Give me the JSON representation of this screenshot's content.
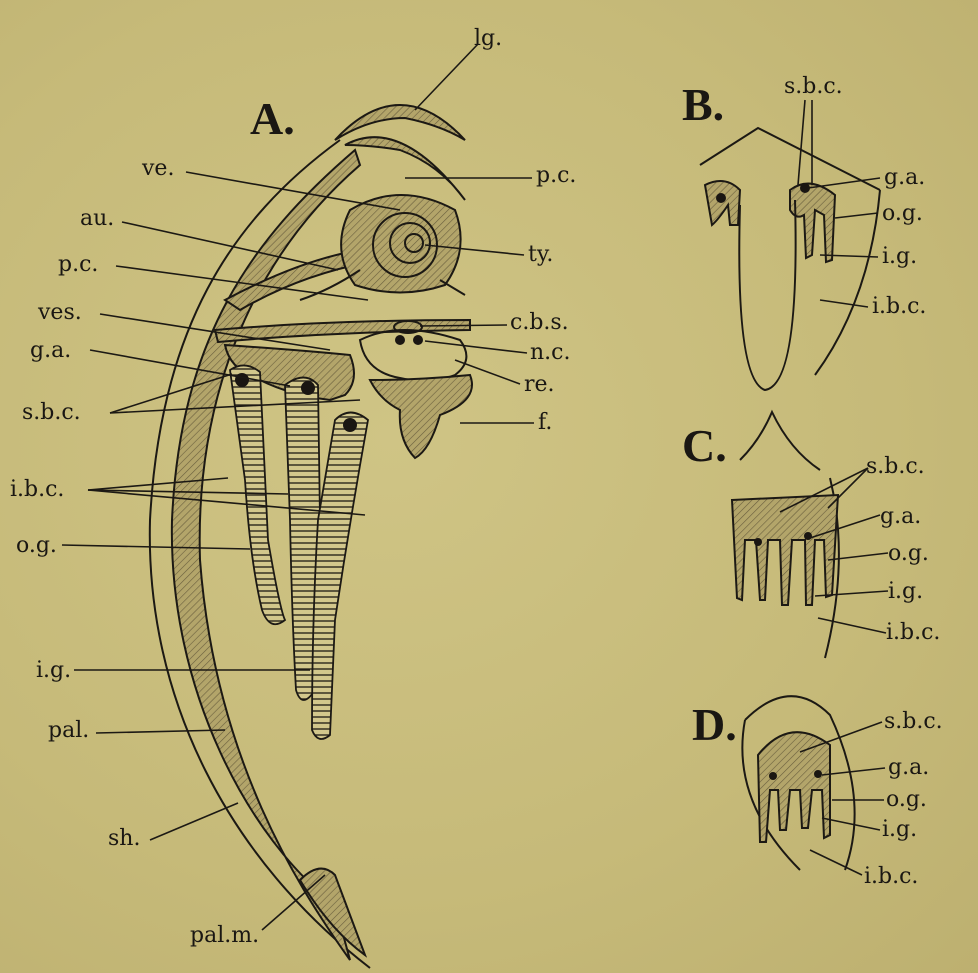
{
  "figures": {
    "A": {
      "title": "A.",
      "labels": {
        "lg": "lg.",
        "ve": "ve.",
        "pc_top": "p.c.",
        "au": "au.",
        "ty": "ty.",
        "pc_left": "p.c.",
        "ves": "ves.",
        "cbs": "c.b.s.",
        "nc": "n.c.",
        "ga": "g.a.",
        "re": "re.",
        "sbc": "s.b.c.",
        "f": "f.",
        "ibc": "i.b.c.",
        "og": "o.g.",
        "ig": "i.g.",
        "pal": "pal.",
        "sh": "sh.",
        "palm": "pal.m."
      }
    },
    "B": {
      "title": "B.",
      "labels": {
        "sbc": "s.b.c.",
        "ga": "g.a.",
        "og": "o.g.",
        "ig": "i.g.",
        "ibc": "i.b.c."
      }
    },
    "C": {
      "title": "C.",
      "labels": {
        "sbc": "s.b.c.",
        "ga": "g.a.",
        "og": "o.g.",
        "ig": "i.g.",
        "ibc": "i.b.c."
      }
    },
    "D": {
      "title": "D.",
      "labels": {
        "sbc": "s.b.c.",
        "ga": "g.a.",
        "og": "o.g.",
        "ig": "i.g.",
        "ibc": "i.b.c."
      }
    }
  }
}
